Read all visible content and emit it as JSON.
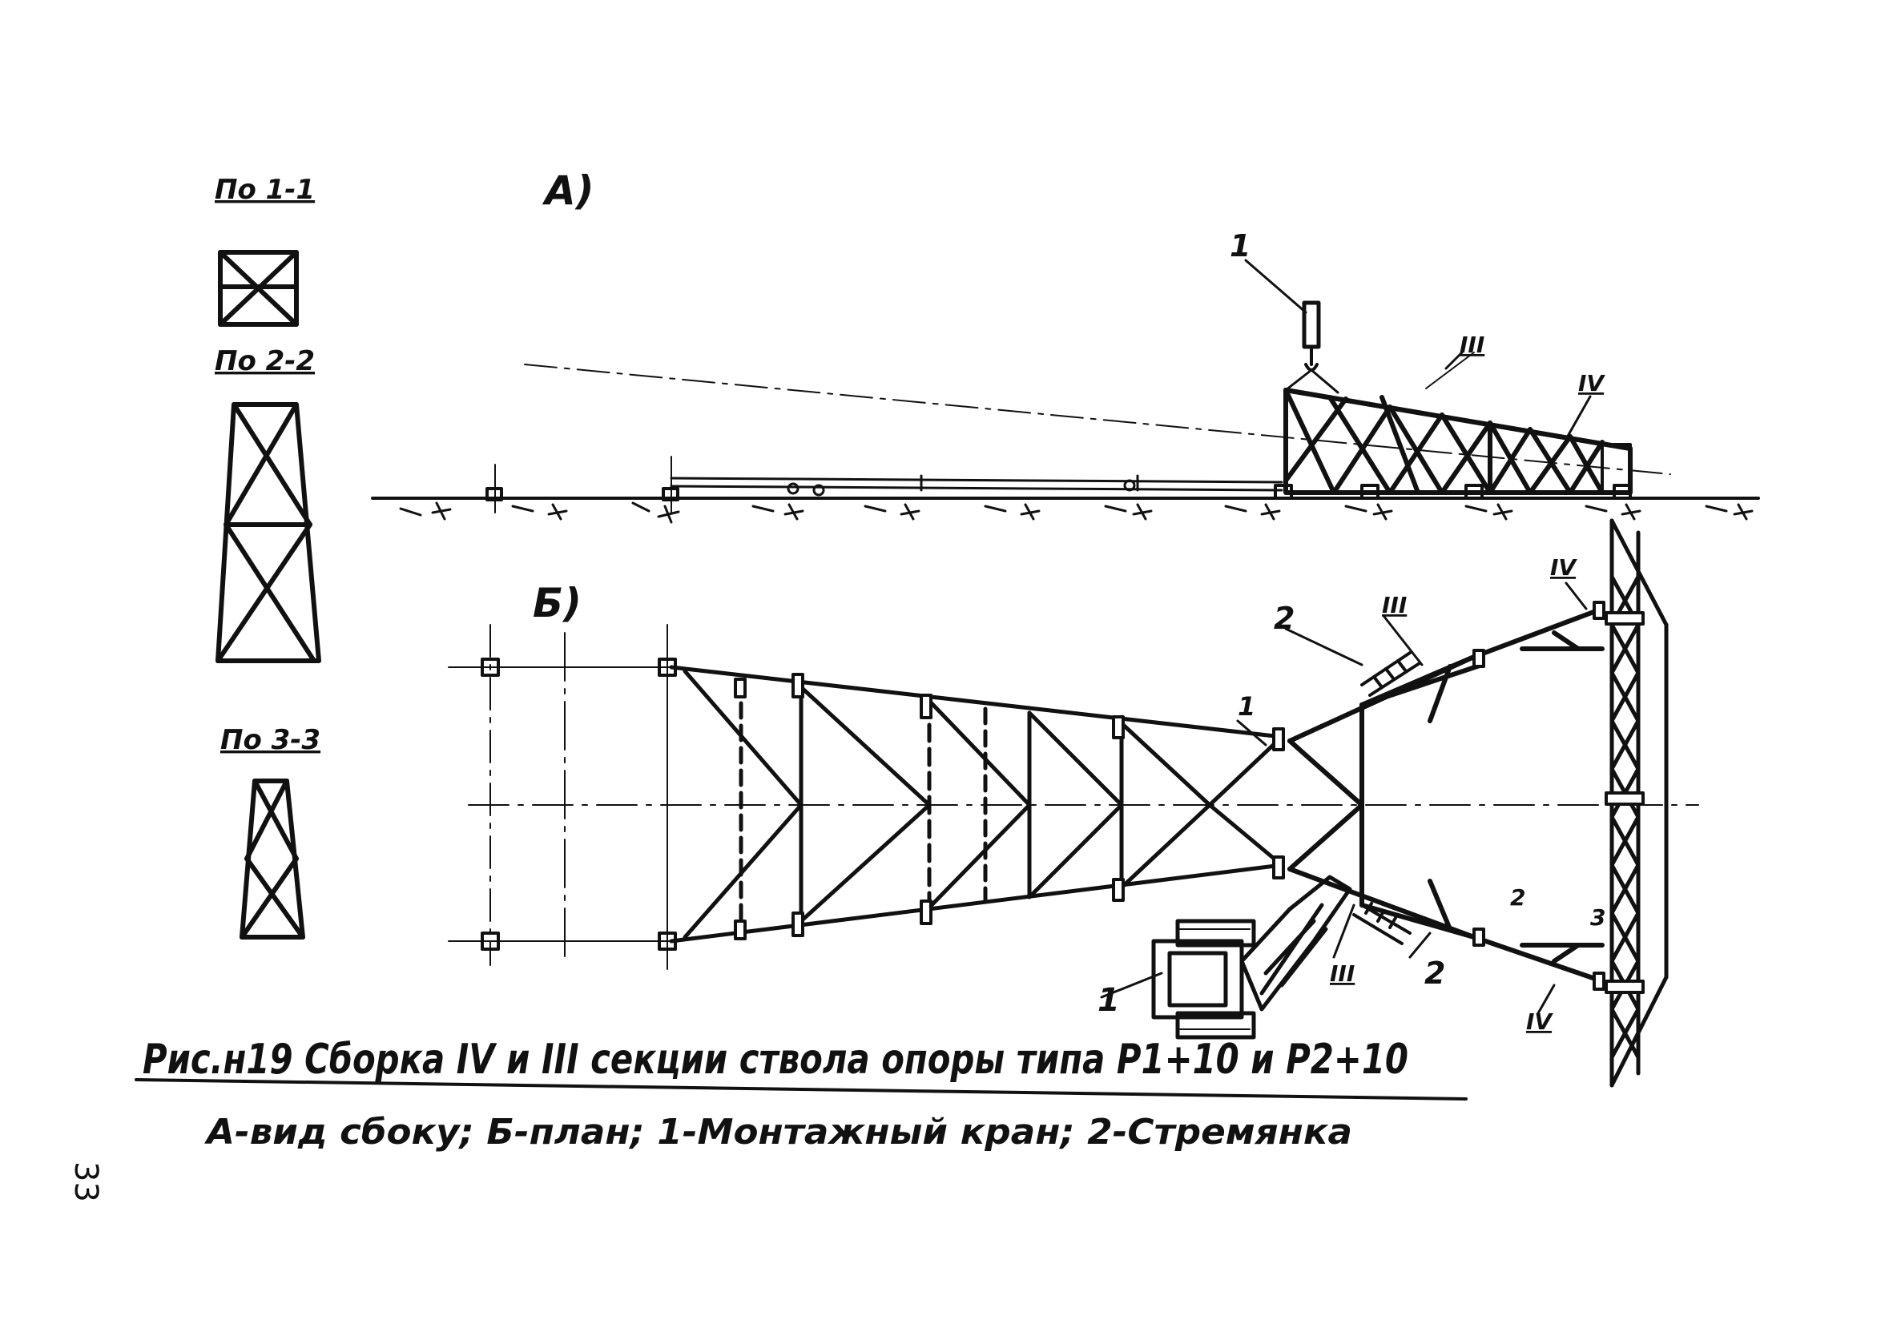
{
  "section_labels": {
    "s1": "По 1-1",
    "s2": "По 2-2",
    "s3": "По 3-3"
  },
  "view_labels": {
    "side": "А)",
    "plan": "Б)"
  },
  "callouts": {
    "crane_side": "1",
    "sec3_side": "III",
    "sec4_side": "IV",
    "ladder_top": "2",
    "sec3_top": "III",
    "sec4_top": "IV",
    "crane_plan": "1",
    "sec3_bottom": "III",
    "ladder_bottom": "2",
    "sec4_bottom": "IV",
    "mark1": "1",
    "mark2": "2",
    "mark3": "3"
  },
  "caption": {
    "title": "Рис.н19 Сборка IV и III секции ствола опоры типа Р1+10 и Р2+10",
    "legend": "А-вид сбоку; Б-план; 1-Монтажный кран; 2-Стремянка"
  },
  "page_number": "33"
}
